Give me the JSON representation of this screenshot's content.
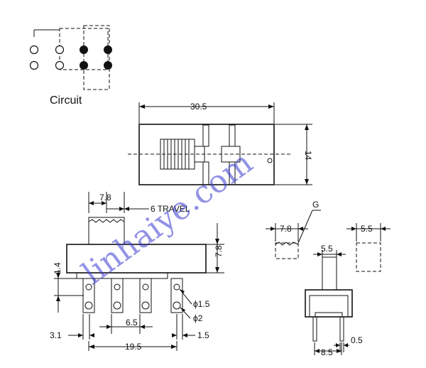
{
  "circuit": {
    "label": "Circuit"
  },
  "top_view": {
    "width": "30.5",
    "height": "14"
  },
  "front_view": {
    "actuator_width": "7.8",
    "travel": "6 TRAVEL",
    "body_height": "7.8",
    "left_offset": "1.4",
    "hole_small": "ϕ1.5",
    "hole_large": "ϕ2",
    "pin_pitch": "6.5",
    "left_margin": "3.1",
    "right_margin": "1.5",
    "span": "19.5"
  },
  "side_view": {
    "label_g": "G",
    "actuator": "7.8",
    "right_dim": "5.5",
    "inner_dim": "5.5",
    "pin_span": "8.5",
    "pin_thickness": "0.5"
  },
  "watermark": {
    "text": "linhaiye.com"
  },
  "colors": {
    "ink": "#111111",
    "watermark": "#3a3ad0"
  }
}
